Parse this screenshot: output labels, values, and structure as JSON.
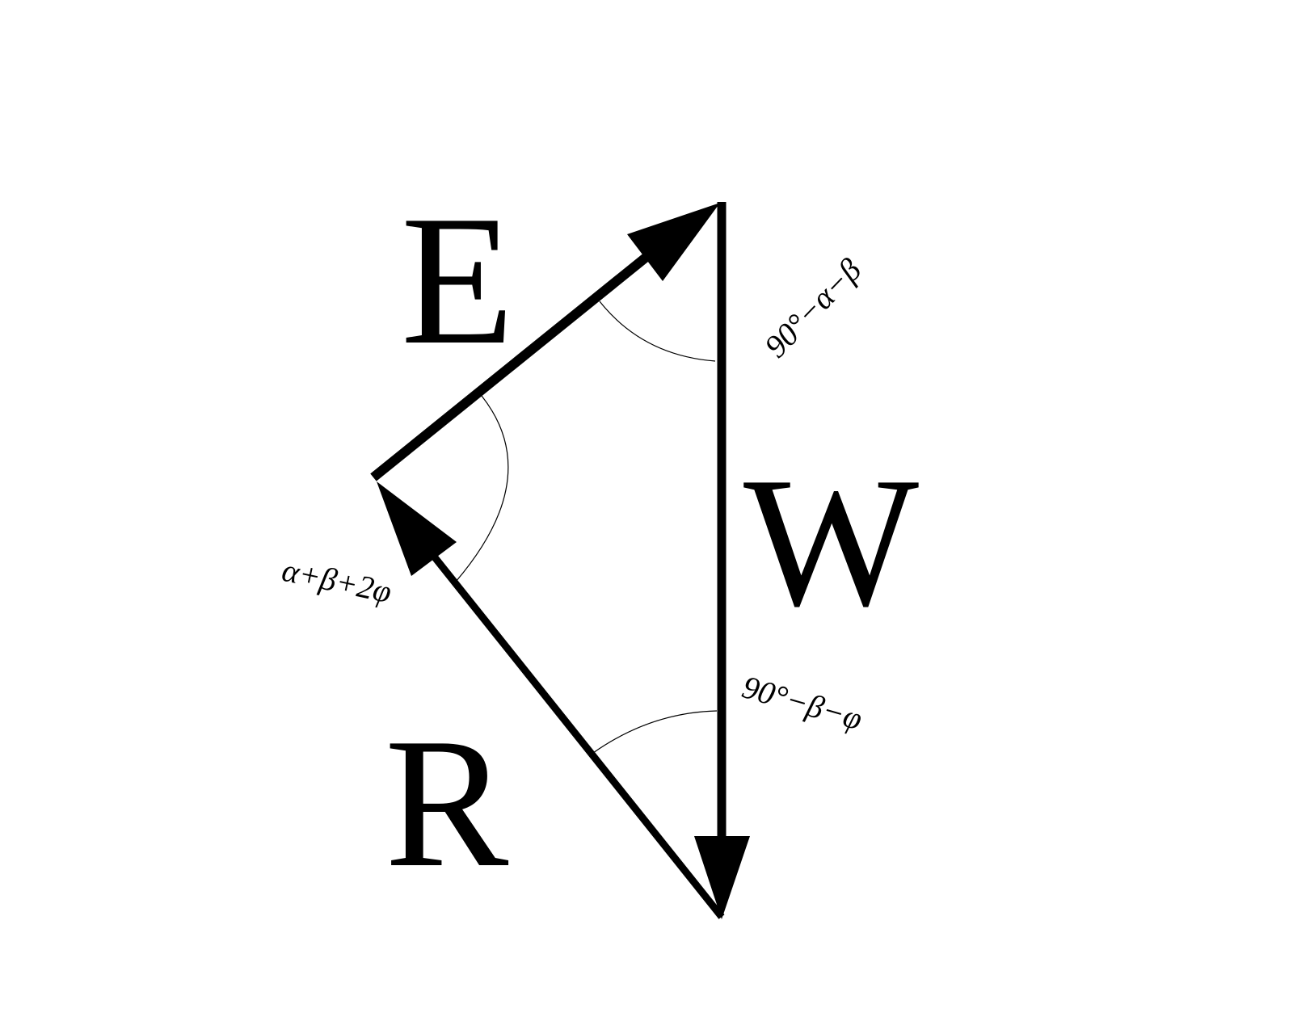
{
  "vectors": {
    "E": {
      "label": "E"
    },
    "W": {
      "label": "W"
    },
    "R": {
      "label": "R"
    }
  },
  "angles": {
    "top": {
      "label": "90°−α−β"
    },
    "left": {
      "label": "α+β+2φ"
    },
    "bottom": {
      "label": "90°−β−φ"
    }
  },
  "colors": {
    "stroke": "#000000",
    "background": "#ffffff"
  }
}
